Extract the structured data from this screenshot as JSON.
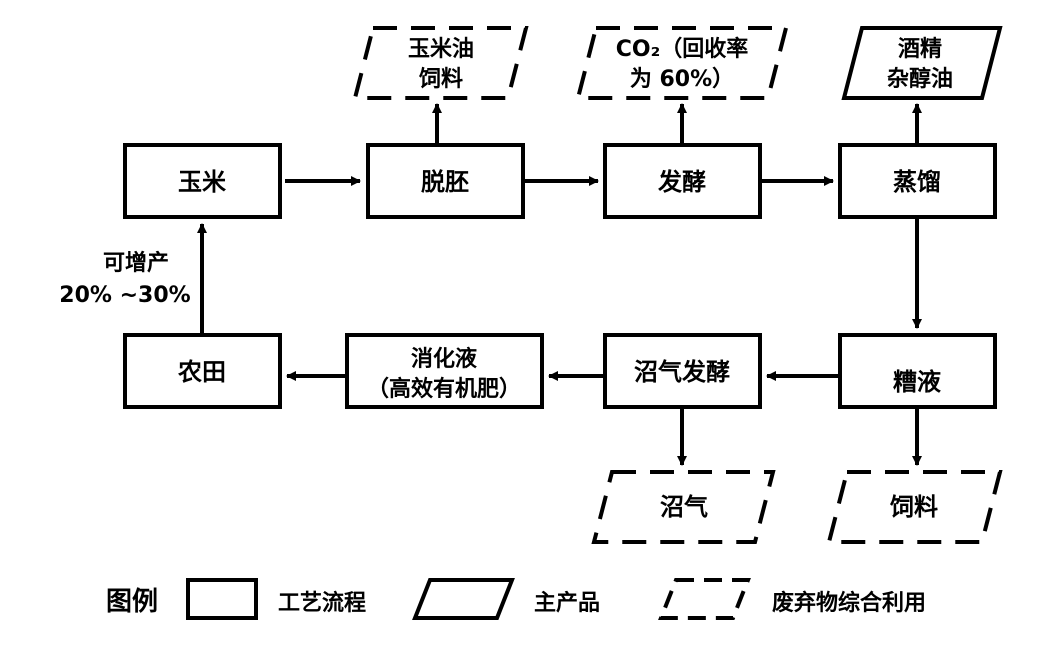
{
  "nodes": {
    "corn": "玉米",
    "degerm": "脱胚",
    "ferment": "发酵",
    "distill": "蒸馏",
    "stillage": "糟液",
    "biogas_ferment": "沼气发酵",
    "digestate_line1": "消化液",
    "digestate_line2": "（高效有机肥）",
    "farmland": "农田"
  },
  "outputs": {
    "corn_oil_line1": "玉米油",
    "corn_oil_line2": "饲料",
    "co2_line1": "CO₂（回收率",
    "co2_line2": "为 60%）",
    "alcohol_line1": "酒精",
    "alcohol_line2": "杂醇油",
    "biogas": "沼气",
    "feed": "饲料"
  },
  "yield_note": {
    "line1": "可增产",
    "line2": "20% ~30%"
  },
  "legend": {
    "title": "图例",
    "process": "工艺流程",
    "main_product": "主产品",
    "waste_use": "废弃物综合利用"
  }
}
